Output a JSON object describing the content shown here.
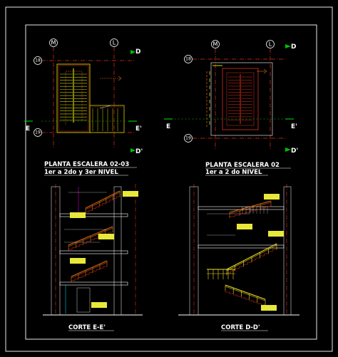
{
  "colors": {
    "background": "#000000",
    "frame": "#e8e8e8",
    "stair": "#d4d400",
    "accent": "#e0301e",
    "marker": "#00c000",
    "tag": "#e8e83a",
    "rail_orange": "#e06a12",
    "rail_yellow": "#f0e020",
    "magenta": "#c000c0",
    "cyan": "#00c8d8",
    "text": "#ffffff"
  },
  "plans": {
    "left": {
      "title_line1": "PLANTA ESCALERA 02-03",
      "title_line2": "1er a 2do y 3er NIVEL",
      "axis_top": [
        "M",
        "L"
      ],
      "axis_left": [
        "18",
        "19"
      ],
      "section_marks": [
        "D",
        "D'",
        "E",
        "E'"
      ]
    },
    "right": {
      "title_line1": "PLANTA ESCALERA 02",
      "title_line2": "1er a 2 do NIVEL",
      "axis_top": [
        "M",
        "L"
      ],
      "axis_left": [
        "18",
        "19"
      ],
      "section_marks": [
        "D",
        "D'",
        "E",
        "E'"
      ]
    }
  },
  "sections": {
    "left": {
      "title": "CORTE E-E'"
    },
    "right": {
      "title": "CORTE D-D'"
    }
  }
}
